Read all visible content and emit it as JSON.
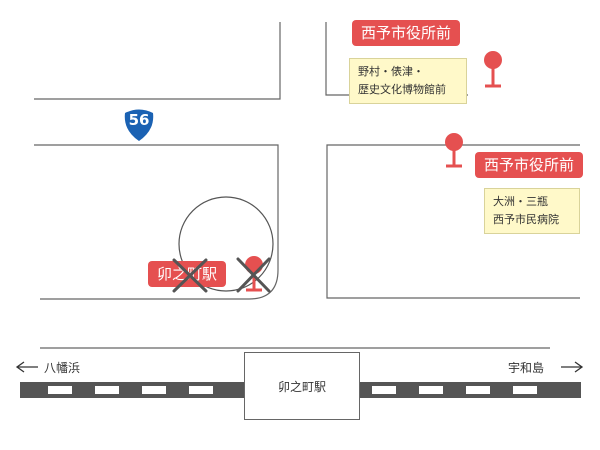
{
  "route": {
    "number": "56"
  },
  "stops": {
    "north": {
      "name": "西予市役所前",
      "lines": [
        "野村・俵津・",
        "歴史文化博物館前"
      ]
    },
    "east": {
      "name": "西予市役所前",
      "lines": [
        "大洲・三瓶",
        "西予市民病院"
      ]
    },
    "closed": {
      "name": "卯之町駅"
    }
  },
  "station": {
    "name": "卯之町駅"
  },
  "directions": {
    "left": "八幡浜",
    "right": "宇和島"
  },
  "colors": {
    "accent": "#e55050",
    "info_bg": "#fff9c9",
    "route_shield": "#1b62b3",
    "rail": "#555555",
    "road": "#666666"
  }
}
